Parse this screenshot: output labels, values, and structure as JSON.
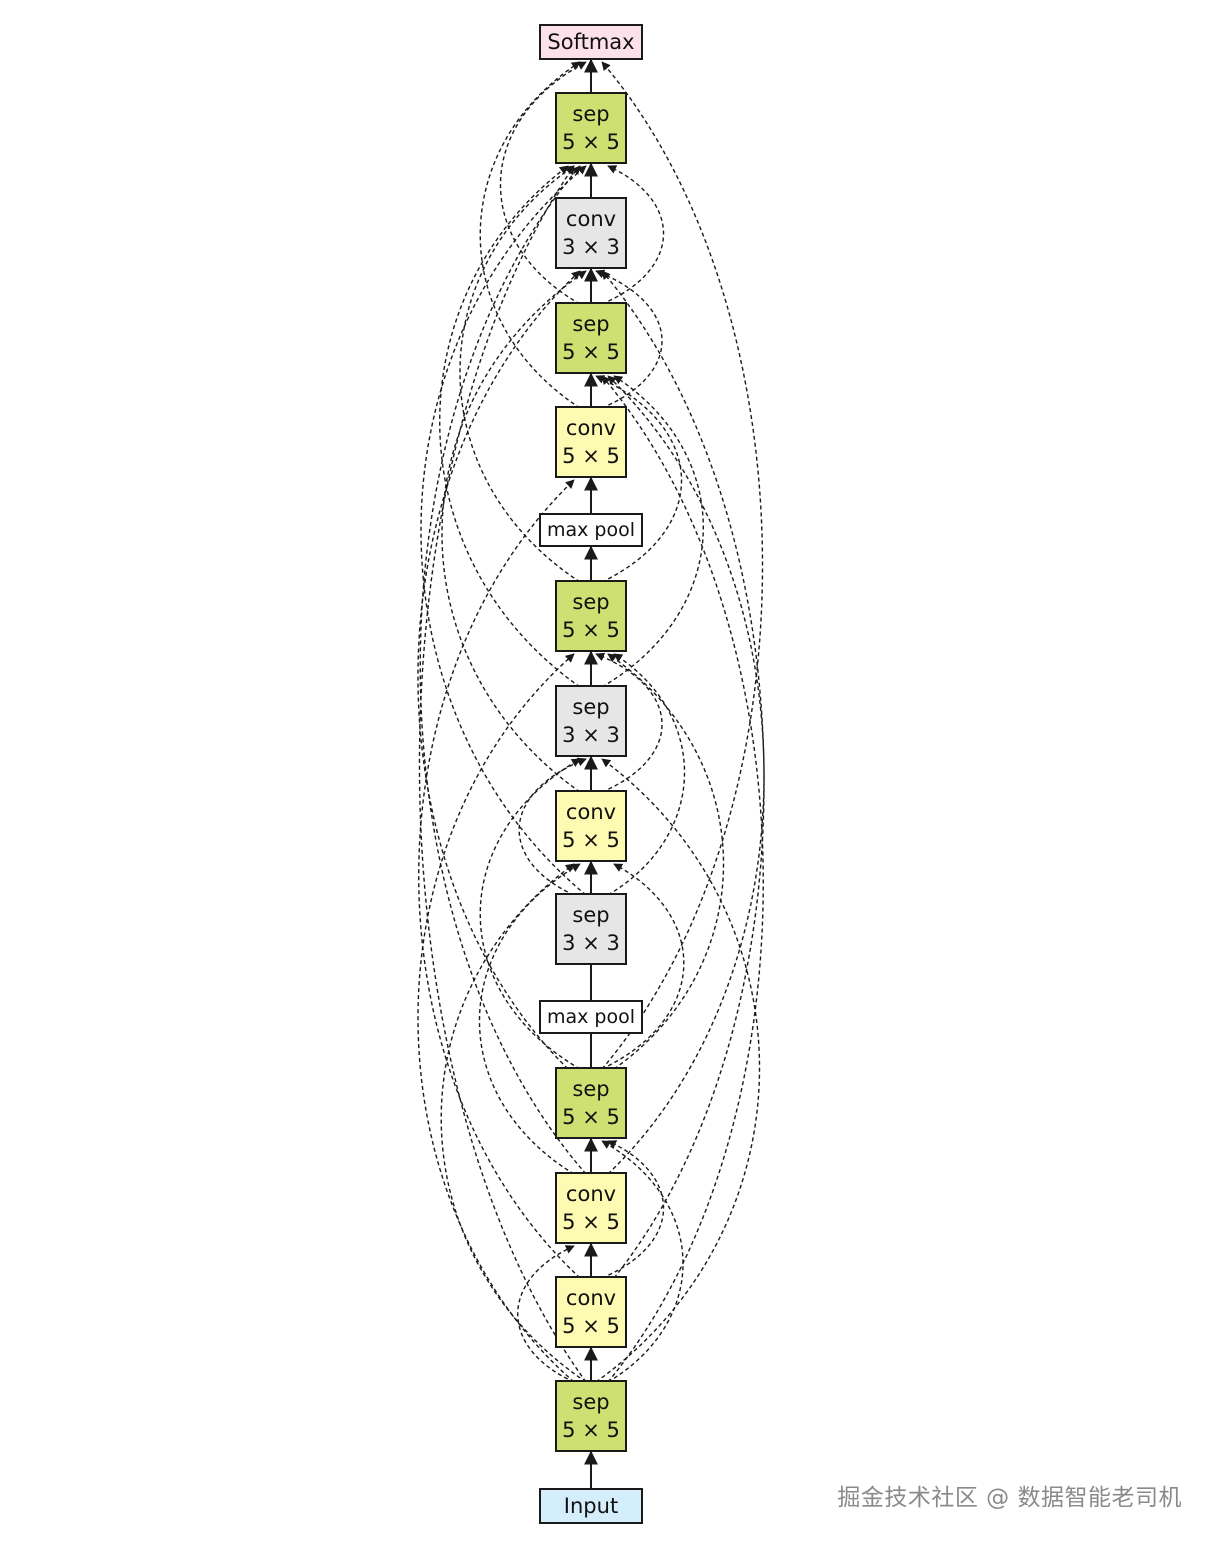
{
  "colors": {
    "sep_green": "#cfe073",
    "conv_yellow": "#fdfab1",
    "grey": "#e6e6e6",
    "pool_white": "#ffffff",
    "softmax_pink": "#fde1ea",
    "input_blue": "#d4eefb",
    "line": "#1a1a1a"
  },
  "nodes": [
    {
      "id": "input",
      "lines": [
        "Input"
      ],
      "color": "input_blue",
      "kind": "io"
    },
    {
      "id": "n1",
      "lines": [
        "sep",
        "5 × 5"
      ],
      "color": "sep_green",
      "kind": "box"
    },
    {
      "id": "n2",
      "lines": [
        "conv",
        "5 × 5"
      ],
      "color": "conv_yellow",
      "kind": "box"
    },
    {
      "id": "n3",
      "lines": [
        "conv",
        "5 × 5"
      ],
      "color": "conv_yellow",
      "kind": "box"
    },
    {
      "id": "n4",
      "lines": [
        "sep",
        "5 × 5"
      ],
      "color": "sep_green",
      "kind": "box"
    },
    {
      "id": "pool1",
      "lines": [
        "max pool"
      ],
      "color": "pool_white",
      "kind": "pool"
    },
    {
      "id": "n5",
      "lines": [
        "sep",
        "3 × 3"
      ],
      "color": "grey",
      "kind": "box"
    },
    {
      "id": "n6",
      "lines": [
        "conv",
        "5 × 5"
      ],
      "color": "conv_yellow",
      "kind": "box"
    },
    {
      "id": "n7",
      "lines": [
        "sep",
        "3 × 3"
      ],
      "color": "grey",
      "kind": "box"
    },
    {
      "id": "n8",
      "lines": [
        "sep",
        "5 × 5"
      ],
      "color": "sep_green",
      "kind": "box"
    },
    {
      "id": "pool2",
      "lines": [
        "max pool"
      ],
      "color": "pool_white",
      "kind": "pool"
    },
    {
      "id": "n9",
      "lines": [
        "conv",
        "5 × 5"
      ],
      "color": "conv_yellow",
      "kind": "box"
    },
    {
      "id": "n10",
      "lines": [
        "sep",
        "5 × 5"
      ],
      "color": "sep_green",
      "kind": "box"
    },
    {
      "id": "n11",
      "lines": [
        "conv",
        "3 × 3"
      ],
      "color": "grey",
      "kind": "box"
    },
    {
      "id": "n12",
      "lines": [
        "sep",
        "5 × 5"
      ],
      "color": "sep_green",
      "kind": "box"
    },
    {
      "id": "softmax",
      "lines": [
        "Softmax"
      ],
      "color": "softmax_pink",
      "kind": "io"
    }
  ],
  "skip_edges": [
    [
      "n1",
      "n3"
    ],
    [
      "n1",
      "n4"
    ],
    [
      "n1",
      "n6"
    ],
    [
      "n1",
      "n7"
    ],
    [
      "n1",
      "n8"
    ],
    [
      "n1",
      "n10"
    ],
    [
      "n1",
      "n12"
    ],
    [
      "n2",
      "n4"
    ],
    [
      "n2",
      "n9"
    ],
    [
      "n2",
      "n11"
    ],
    [
      "n3",
      "n6"
    ],
    [
      "n3",
      "n10"
    ],
    [
      "n3",
      "n12"
    ],
    [
      "n4",
      "n6"
    ],
    [
      "n4",
      "n7"
    ],
    [
      "n4",
      "n8"
    ],
    [
      "n4",
      "n11"
    ],
    [
      "n4",
      "softmax"
    ],
    [
      "n5",
      "n7"
    ],
    [
      "n5",
      "n8"
    ],
    [
      "n5",
      "n12"
    ],
    [
      "n6",
      "n8"
    ],
    [
      "n6",
      "n11"
    ],
    [
      "n7",
      "n10"
    ],
    [
      "n7",
      "n12"
    ],
    [
      "n8",
      "n10"
    ],
    [
      "n8",
      "n12"
    ],
    [
      "n9",
      "n11"
    ],
    [
      "n9",
      "softmax"
    ],
    [
      "n10",
      "n12"
    ],
    [
      "n10",
      "softmax"
    ]
  ],
  "watermark": "掘金技术社区 @ 数据智能老司机"
}
